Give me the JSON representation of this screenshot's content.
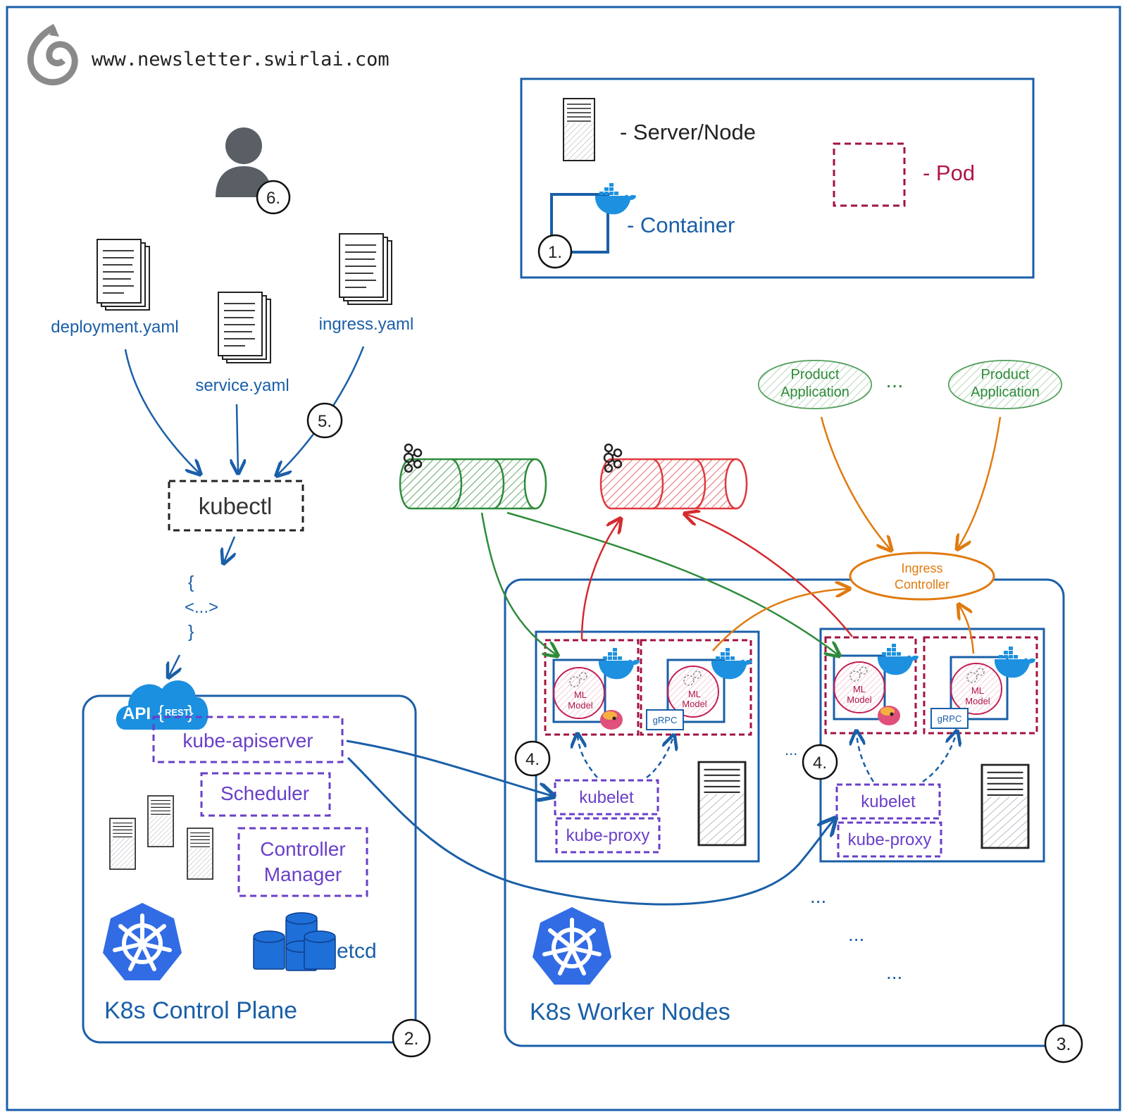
{
  "header": {
    "url": "www.newsletter.swirlai.com"
  },
  "legend": {
    "server_label": "- Server/Node",
    "container_label": "- Container",
    "pod_label": "- Pod",
    "container_marker": "1."
  },
  "user": {
    "marker": "6.",
    "icon": "user-icon"
  },
  "manifests": {
    "files": [
      "deployment.yaml",
      "service.yaml",
      "ingress.yaml"
    ],
    "marker": "5."
  },
  "kubectl": {
    "label": "kubectl"
  },
  "payload": {
    "line1": "{",
    "line2": "<...>",
    "line3": "}"
  },
  "api": {
    "label": "API",
    "rest": "REST"
  },
  "control_plane": {
    "title": "K8s Control Plane",
    "marker": "2.",
    "components": [
      "kube-apiserver",
      "Scheduler",
      "Controller",
      "Manager"
    ],
    "etcd": "etcd"
  },
  "worker_nodes": {
    "title": "K8s Worker Nodes",
    "marker": "3.",
    "node_marker": "4.",
    "kubelet": "kubelet",
    "kube_proxy": "kube-proxy",
    "model_line1": "ML",
    "model_line2": "Model",
    "grpc": "gRPC",
    "ellipsis": "...",
    "between_nodes": "..."
  },
  "ingress": {
    "line1": "Ingress",
    "line2": "Controller"
  },
  "product_apps": {
    "line1": "Product",
    "line2": "Application",
    "ellipsis": "..."
  },
  "colors": {
    "blue": "#1a5fa8",
    "purple": "#6a3fc9",
    "green": "#2e8b3a",
    "red": "#e0393e",
    "orange": "#e07b10",
    "pod": "#a3133f",
    "k8s_blue": "#326ce5"
  }
}
